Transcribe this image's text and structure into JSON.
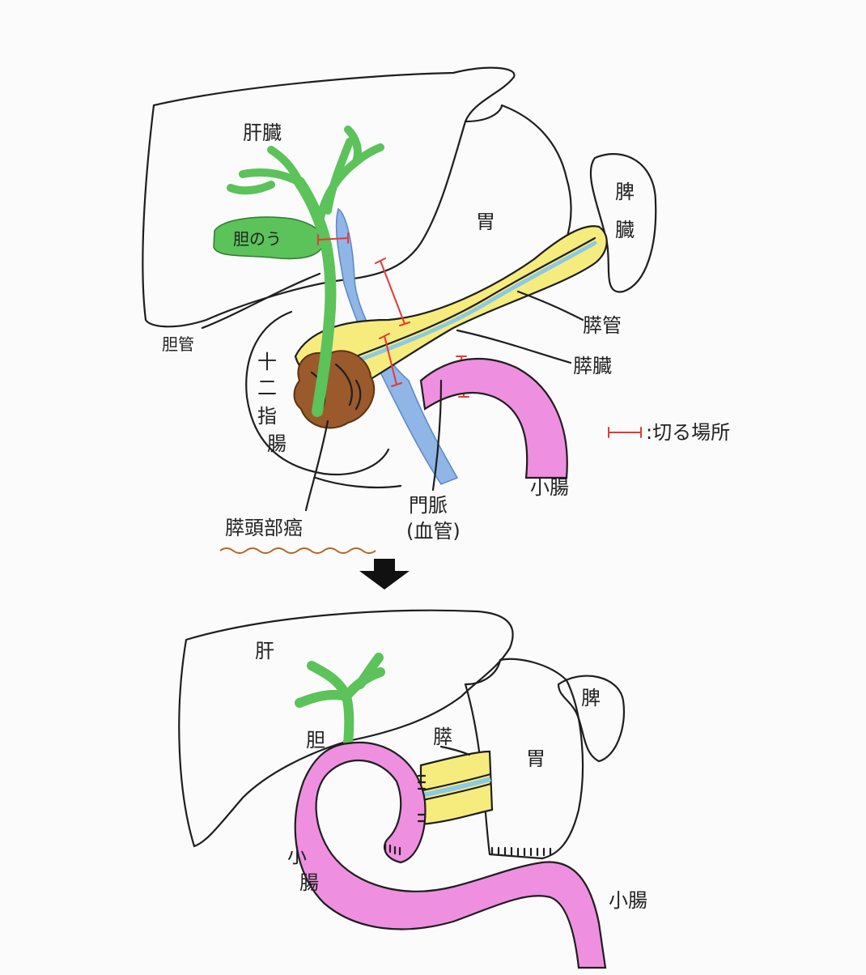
{
  "before": {
    "labels": {
      "liver": "肝臓",
      "gallbladder": "胆のう",
      "stomach": "胃",
      "spleen_1": "脾",
      "spleen_2": "臓",
      "pancreatic_duct": "膵管",
      "pancreas": "膵臓",
      "bile_duct": "胆管",
      "duodenum_1": "十",
      "duodenum_2": "二",
      "duodenum_3": "指",
      "duodenum_4": "腸",
      "portal_vein_1": "門脈",
      "portal_vein_2": "(血管)",
      "small_intestine": "小腸",
      "tumor": "膵頭部癌"
    },
    "legend": {
      "cut_sites": ":切る場所"
    }
  },
  "after": {
    "labels": {
      "liver": "肝",
      "bile": "胆",
      "pancreas": "膵",
      "stomach": "胃",
      "spleen": "脾",
      "small_intestine_left_1": "小",
      "small_intestine_left_2": "腸",
      "small_intestine_right": "小腸"
    }
  },
  "colors": {
    "cut_line": "#e53935",
    "bile_duct_green": "#5cc25a",
    "portal_vein_blue": "#8fb6e6",
    "pancreas_yellow": "#f6ec7d",
    "intestine_pink": "#ef8fe0",
    "tumor_brown": "#9a5a2c",
    "outline": "#1e1e1e"
  },
  "icons": {
    "transition_arrow": "down-arrow-icon",
    "cut_marker": "cut-marker-icon"
  }
}
